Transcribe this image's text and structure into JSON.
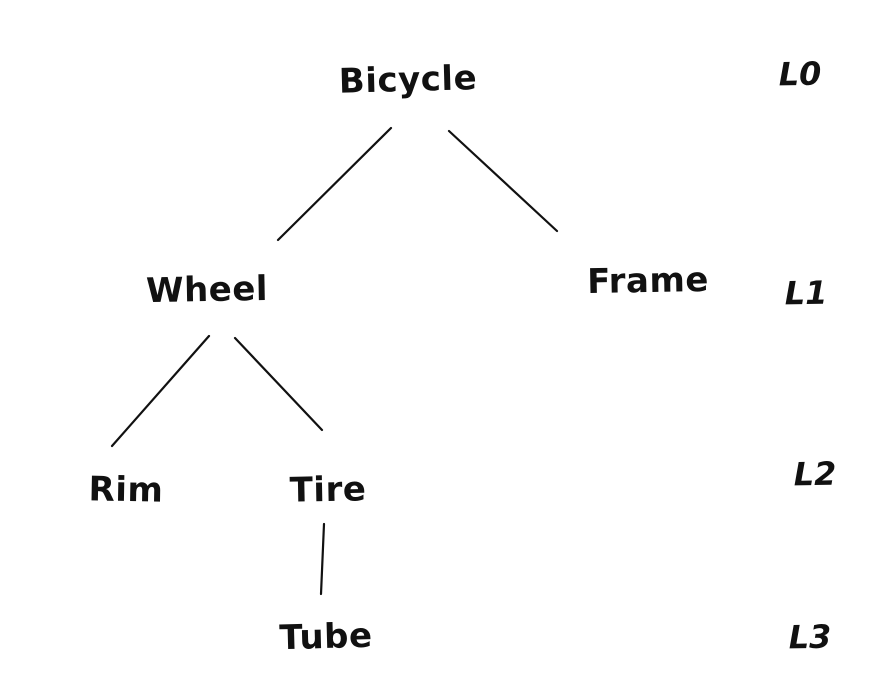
{
  "diagram": {
    "type": "tree",
    "ink_color": "#111111",
    "background_color": "#ffffff",
    "nodes": [
      {
        "id": "bicycle",
        "label": "Bicycle",
        "level": "L0"
      },
      {
        "id": "wheel",
        "label": "Wheel",
        "level": "L1"
      },
      {
        "id": "frame",
        "label": "Frame",
        "level": "L1"
      },
      {
        "id": "rim",
        "label": "Rim",
        "level": "L2"
      },
      {
        "id": "tire",
        "label": "Tire",
        "level": "L2"
      },
      {
        "id": "tube",
        "label": "Tube",
        "level": "L3"
      }
    ],
    "edges": [
      {
        "from": "Bicycle",
        "to": "Wheel"
      },
      {
        "from": "Bicycle",
        "to": "Frame"
      },
      {
        "from": "Wheel",
        "to": "Rim"
      },
      {
        "from": "Wheel",
        "to": "Tire"
      },
      {
        "from": "Tire",
        "to": "Tube"
      }
    ],
    "levels": [
      "L0",
      "L1",
      "L2",
      "L3"
    ]
  }
}
